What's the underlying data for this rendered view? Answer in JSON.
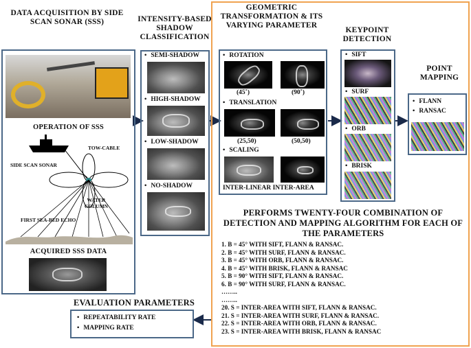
{
  "acquisition": {
    "title": "DATA ACQUISITION BY SIDE SCAN SONAR (SSS)",
    "operation_label": "OPERATION OF SSS",
    "tow_cable": "TOW-CABLE",
    "side_scan_sonar": "SIDE SCAN SONAR",
    "water_column": "WATER COLUMN",
    "first_echo": "FIRST SEA-BED ECHO",
    "acquired_label": "ACQUIRED SSS DATA"
  },
  "shadow": {
    "title": "INTENSITY-BASED SHADOW CLASSIFICATION",
    "items": [
      "SEMI-SHADOW",
      "HIGH-SHADOW",
      "LOW-SHADOW",
      "NO-SHADOW"
    ]
  },
  "geometric": {
    "title": "GEOMETRIC TRANSFORMATION & ITS VARYING PARAMETER",
    "rotation": "ROTATION",
    "rotation_values": [
      "(45˚)",
      "(90˚)"
    ],
    "translation": "TRANSLATION",
    "translation_values": [
      "(25,50)",
      "(50,50)"
    ],
    "scaling": "SCALING",
    "scaling_values": "INTER-LINEAR INTER-AREA"
  },
  "keypoint": {
    "title": "KEYPOINT DETECTION",
    "items": [
      "SIFT",
      "SURF",
      "ORB",
      "BRISK"
    ]
  },
  "mapping": {
    "title": "POINT MAPPING",
    "items": [
      "FLANN",
      "RANSAC"
    ]
  },
  "combination": {
    "title": "PERFORMS TWENTY-FOUR COMBINATION OF DETECTION AND MAPPING ALGORITHM FOR EACH OF THE PARAMETERS",
    "lines": [
      "1.     B = 45° WITH SIFT, FLANN & RANSAC.",
      "2.     B = 45° WITH SURF, FLANN & RANSAC.",
      "3.     B = 45° WITH ORB, FLANN & RANSAC.",
      "4.     B = 45° WITH BRISK, FLANN & RANSAC",
      "5.     B = 90° WITH SIFT, FLANN & RANSAC.",
      "6.     B = 90° WITH SURF, FLANN & RANSAC.",
      "……..",
      "……..",
      "20.  S = INTER-AREA WITH SIFT, FLANN & RANSAC.",
      "21.  S = INTER-AREA WITH SURF, FLANN & RANSAC.",
      "22.  S = INTER-AREA WITH ORB, FLANN & RANSAC.",
      "23.  S = INTER-AREA WITH BRISK, FLANN & RANSAC"
    ]
  },
  "evaluation": {
    "title": "EVALUATION PARAMETERS",
    "items": [
      "REPEATABILITY RATE",
      "MAPPING RATE"
    ]
  },
  "colors": {
    "box_blue": "#4a6787",
    "box_orange": "#f0a24f",
    "arrow": "#1a2a4a"
  }
}
